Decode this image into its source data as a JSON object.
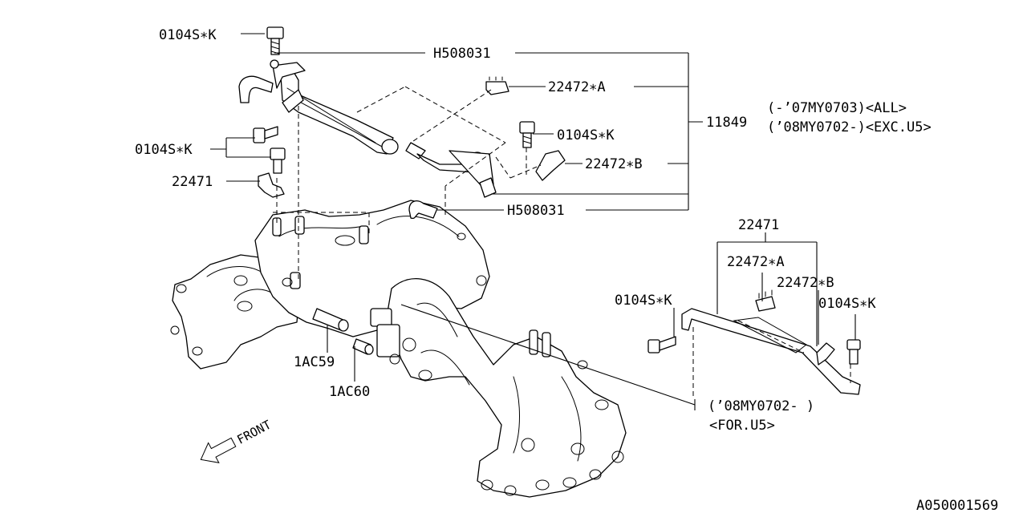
{
  "labels": {
    "bolt_top": "0104S∗K",
    "hose_top": "H508031",
    "bracket_a_top": "22472∗A",
    "assembly": "11849",
    "applicability_1": "(-’07MY0703)<ALL>",
    "applicability_2": "(’08MY0702-)<EXC.U5>",
    "bolt_mid": "0104S∗K",
    "bracket_b_top": "22472∗B",
    "bolt_left": "0104S∗K",
    "bracket_left": "22471",
    "hose_mid": "H508031",
    "bracket_inset": "22471",
    "bracket_a_inset": "22472∗A",
    "bracket_b_inset": "22472∗B",
    "bolt_inset_left": "0104S∗K",
    "bolt_inset_right": "0104S∗K",
    "hose_1ac59": "1AC59",
    "hose_1ac60": "1AC60",
    "inset_note_1": "(’08MY0702- )",
    "inset_note_2": "<FOR.U5>",
    "front": "FRONT",
    "diagram_code": "A050001569"
  }
}
